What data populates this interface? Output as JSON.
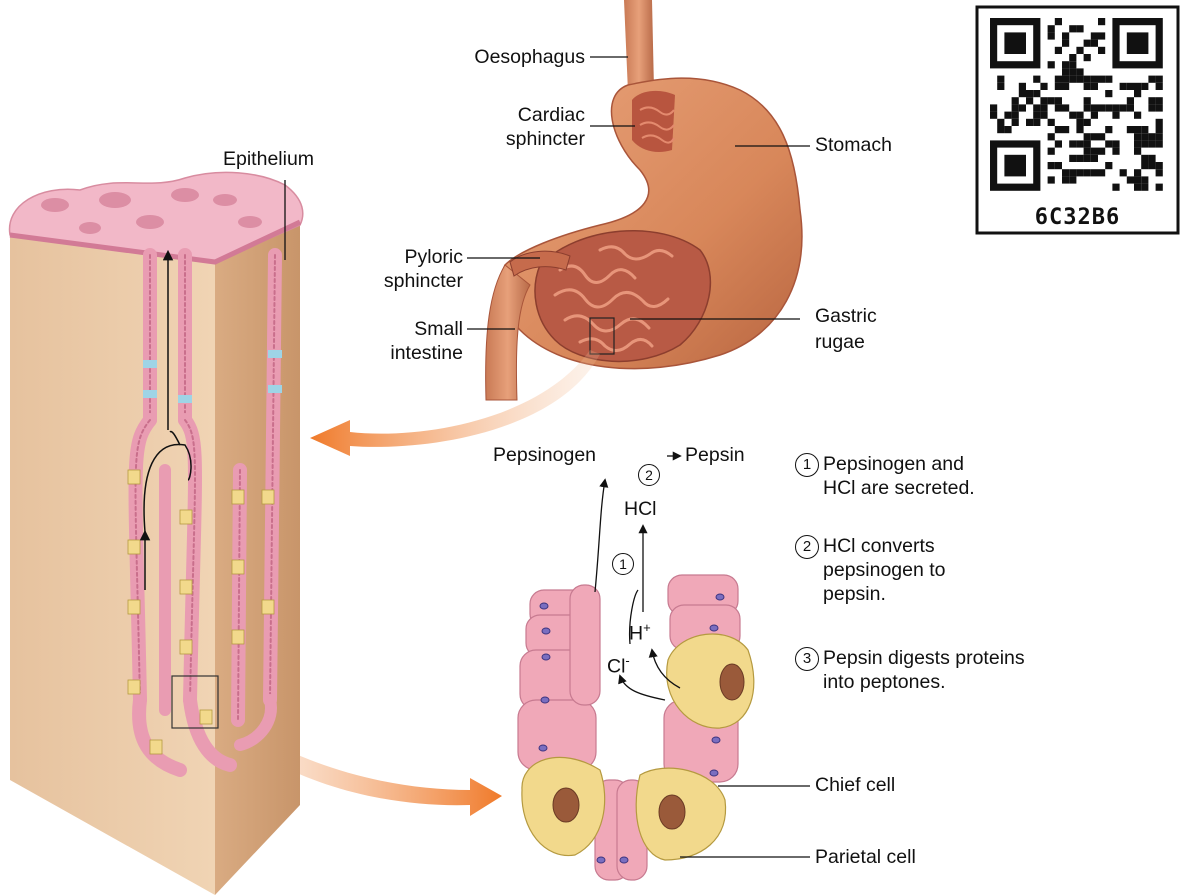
{
  "labels": {
    "oesophagus": "Oesophagus",
    "cardiac_sphincter_1": "Cardiac",
    "cardiac_sphincter_2": "sphincter",
    "stomach": "Stomach",
    "epithelium": "Epithelium",
    "pyloric_sphincter_1": "Pyloric",
    "pyloric_sphincter_2": "sphincter",
    "small_intestine_1": "Small",
    "small_intestine_2": "intestine",
    "gastric_rugae_1": "Gastric",
    "gastric_rugae_2": "rugae",
    "pepsinogen": "Pepsinogen",
    "pepsin": "Pepsin",
    "hcl": "HCl",
    "h_plus": "H",
    "h_plus_sup": "+",
    "cl_minus": "Cl",
    "cl_minus_sup": "-",
    "chief_cell": "Chief cell",
    "parietal_cell": "Parietal cell",
    "marker_1": "1",
    "marker_2": "2"
  },
  "steps": [
    {
      "num": "1",
      "text": "Pepsinogen and\nHCl are secreted."
    },
    {
      "num": "2",
      "text": "HCl converts\npepsinogen to\npepsin."
    },
    {
      "num": "3",
      "text": "Pepsin digests proteins\ninto peptones."
    }
  ],
  "qr_code": {
    "label": "6C32B6"
  },
  "colors": {
    "stomach": "#d98a5c",
    "stomach_dark": "#a9553a",
    "rugae": "#b85a45",
    "tissue": "#e8c4a0",
    "epithelium_top": "#f2b8c8",
    "pink_cell": "#f0a8b8",
    "parietal": "#f2d98c",
    "nucleus": "#7a6ec0",
    "arrow": "#f07a2a",
    "light_blue": "#9ed4e6"
  }
}
